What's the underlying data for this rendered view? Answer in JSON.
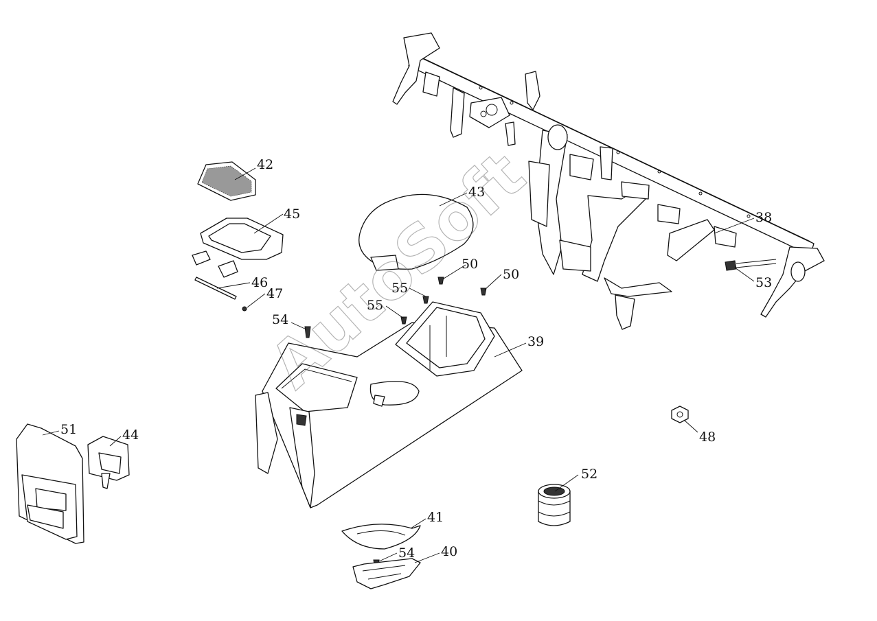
{
  "watermark": "AutoSoft",
  "callouts": {
    "c38": "38",
    "c39": "39",
    "c40": "40",
    "c41": "41",
    "c42": "42",
    "c43": "43",
    "c44": "44",
    "c45": "45",
    "c46": "46",
    "c47": "47",
    "c48": "48",
    "c50a": "50",
    "c50b": "50",
    "c51": "51",
    "c52": "52",
    "c53": "53",
    "c54a": "54",
    "c54b": "54",
    "c55a": "55",
    "c55b": "55"
  },
  "colors": {
    "line": "#111111",
    "background": "#ffffff",
    "watermark": "#777777"
  }
}
